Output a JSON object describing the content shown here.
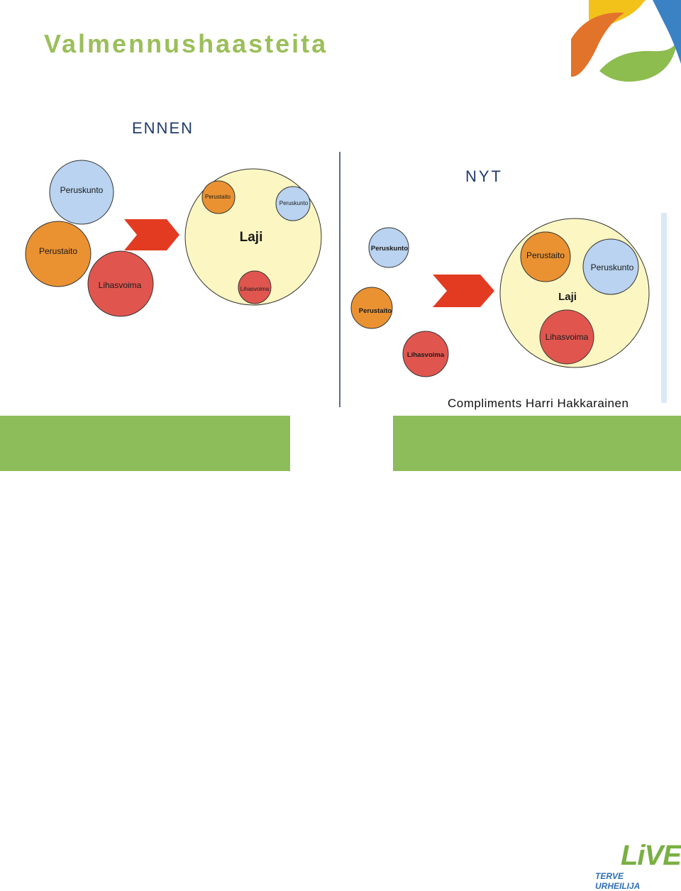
{
  "slide": {
    "title": "Valmennushaasteita",
    "before_label": "ENNEN",
    "now_label": "NYT",
    "credit": "Compliments Harri Hakkarainen"
  },
  "before": {
    "inputs": [
      {
        "label": "Peruskunto",
        "color": "#b9d3f0"
      },
      {
        "label": "Perustaito",
        "color": "#ea9232"
      },
      {
        "label": "Lihasvoima",
        "color": "#e0564f"
      }
    ],
    "container_label": "Laji",
    "container_color": "#fcf6c2",
    "inner": [
      {
        "label": "Perustaito",
        "color": "#ea9232"
      },
      {
        "label": "Peruskunto",
        "color": "#b9d3f0"
      },
      {
        "label": "Lihasvoima",
        "color": "#e0564f"
      }
    ]
  },
  "now": {
    "inputs": [
      {
        "label": "Peruskunto",
        "color": "#b9d3f0"
      },
      {
        "label": "Perustaito",
        "color": "#ea9232"
      },
      {
        "label": "Lihasvoima",
        "color": "#e0564f"
      }
    ],
    "container_label": "Laji",
    "container_color": "#fcf6c2",
    "inner": [
      {
        "label": "Perustaito",
        "color": "#ea9232"
      },
      {
        "label": "Peruskunto",
        "color": "#b9d3f0"
      },
      {
        "label": "Lihasvoima",
        "color": "#e0564f"
      }
    ]
  },
  "arrow_color": "#e23b22",
  "footer": {
    "logo_word": "LiVE",
    "logo_tagline": "TERVE URHEILIJA",
    "band_color": "#8dbc5a"
  }
}
